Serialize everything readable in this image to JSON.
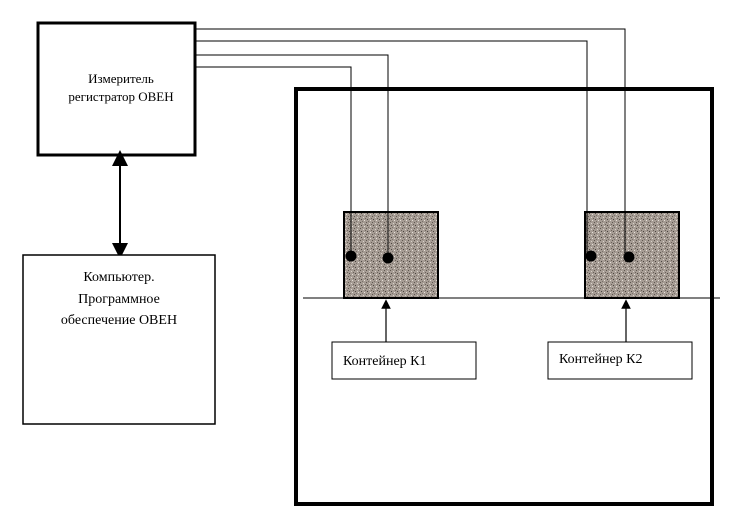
{
  "meter": {
    "label_line1": "Измеритель",
    "label_line2": "регистратор ОВЕН"
  },
  "computer": {
    "label_line1": "Компьютер.",
    "label_line2": "Программное",
    "label_line3": "обеспечение ОВЕН"
  },
  "containers": [
    {
      "label": "Контейнер К1"
    },
    {
      "label": "Контейнер К2"
    }
  ],
  "colors": {
    "line": "#000000",
    "sample_fill": "#a69c94",
    "background": "#ffffff"
  }
}
